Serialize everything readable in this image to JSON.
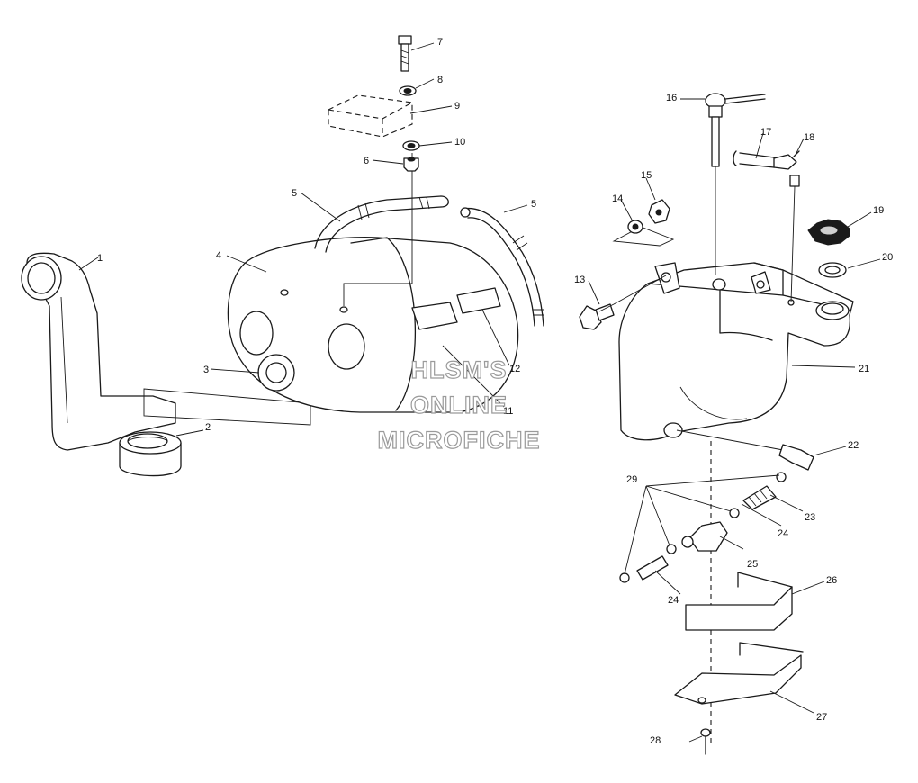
{
  "callouts": [
    {
      "id": "1",
      "text": "1"
    },
    {
      "id": "2",
      "text": "2"
    },
    {
      "id": "3",
      "text": "3"
    },
    {
      "id": "4",
      "text": "4"
    },
    {
      "id": "5a",
      "text": "5"
    },
    {
      "id": "5b",
      "text": "5"
    },
    {
      "id": "6",
      "text": "6"
    },
    {
      "id": "7",
      "text": "7"
    },
    {
      "id": "8",
      "text": "8"
    },
    {
      "id": "9",
      "text": "9"
    },
    {
      "id": "10",
      "text": "10"
    },
    {
      "id": "11",
      "text": "11"
    },
    {
      "id": "12",
      "text": "12"
    },
    {
      "id": "13",
      "text": "13"
    },
    {
      "id": "14",
      "text": "14"
    },
    {
      "id": "15",
      "text": "15"
    },
    {
      "id": "16",
      "text": "16"
    },
    {
      "id": "17",
      "text": "17"
    },
    {
      "id": "18",
      "text": "18"
    },
    {
      "id": "19",
      "text": "19"
    },
    {
      "id": "20",
      "text": "20"
    },
    {
      "id": "21",
      "text": "21"
    },
    {
      "id": "22",
      "text": "22"
    },
    {
      "id": "23",
      "text": "23"
    },
    {
      "id": "24a",
      "text": "24"
    },
    {
      "id": "24b",
      "text": "24"
    },
    {
      "id": "25",
      "text": "25"
    },
    {
      "id": "26",
      "text": "26"
    },
    {
      "id": "27",
      "text": "27"
    },
    {
      "id": "28",
      "text": "28"
    },
    {
      "id": "29",
      "text": "29"
    }
  ],
  "watermark": {
    "line1": "HLSM'S",
    "line2": "ONLINE",
    "line3": "MICROFICHE"
  },
  "colors": {
    "ink": "#1a1a1a",
    "background": "#ffffff",
    "watermark_outline": "#9a9a9a"
  }
}
